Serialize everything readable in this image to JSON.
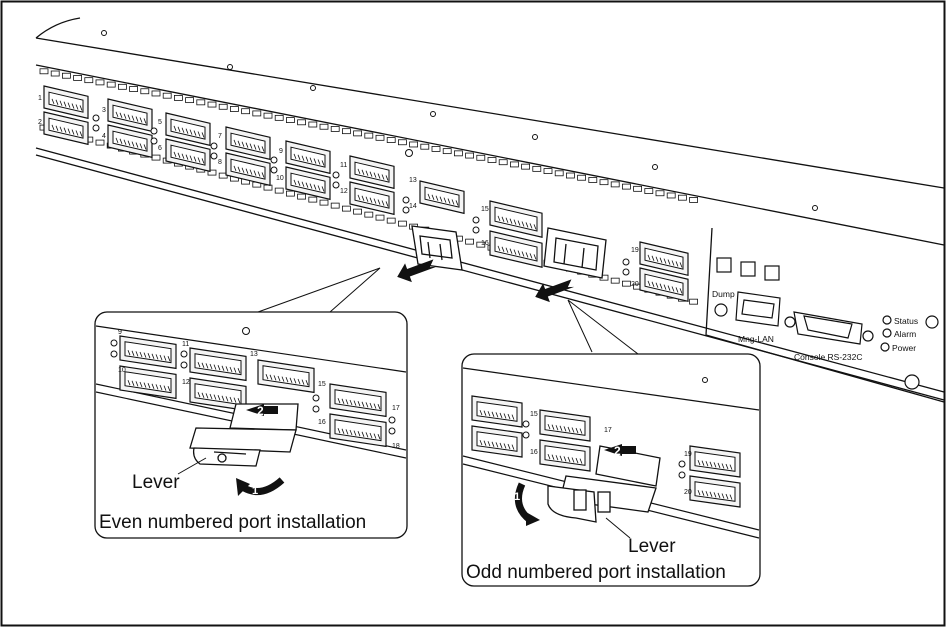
{
  "main_panel": {
    "port_numbers": [
      "1",
      "2",
      "3",
      "4",
      "5",
      "6",
      "7",
      "8",
      "9",
      "10",
      "11",
      "12",
      "13",
      "14",
      "15",
      "16",
      "19",
      "20"
    ],
    "buttons": [
      "Dump"
    ],
    "ports": [
      "Mng-LAN",
      "Console RS-232C"
    ],
    "leds": [
      "Status",
      "Alarm",
      "Power"
    ]
  },
  "inset_even": {
    "port_numbers": [
      "9",
      "10",
      "11",
      "12",
      "13",
      "15",
      "16",
      "17",
      "18"
    ],
    "step_labels": [
      "1",
      "2"
    ],
    "lever_label": "Lever",
    "caption": "Even numbered port installation"
  },
  "inset_odd": {
    "port_numbers": [
      "15",
      "16",
      "17",
      "19",
      "20"
    ],
    "step_labels": [
      "1",
      "2"
    ],
    "lever_label": "Lever",
    "caption": "Odd numbered port installation"
  },
  "colors": {
    "line": "#111111",
    "background": "#ffffff",
    "port_fill": "#f4f4f4"
  }
}
